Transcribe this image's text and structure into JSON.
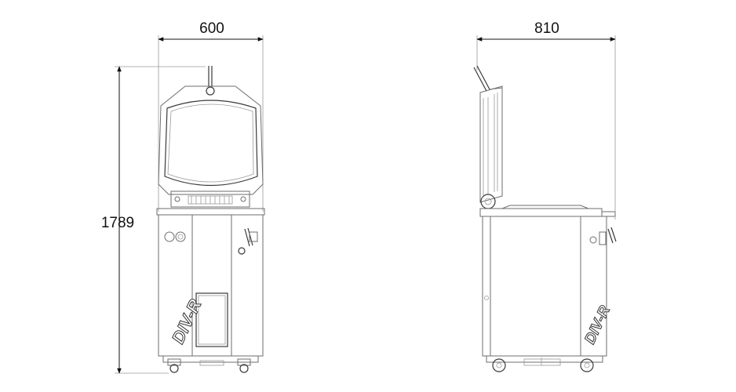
{
  "dimensions": {
    "front_width": "600",
    "side_depth": "810",
    "height": "1789"
  },
  "brand": {
    "front_logo": "DIV-R",
    "side_logo": "DIV-R"
  },
  "colors": {
    "line": "#6e6e6e",
    "line_dark": "#3a3a3a",
    "text": "#111111"
  }
}
